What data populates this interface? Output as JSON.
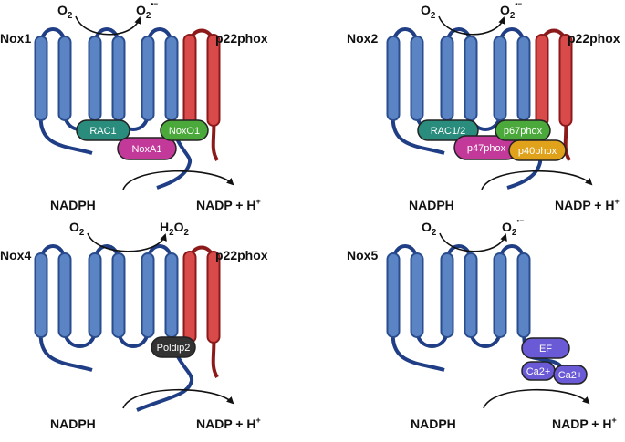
{
  "colors": {
    "nox_helix": "#5b84c4",
    "nox_helix_dark": "#2a4d8f",
    "loop": "#1f3e85",
    "p22_helix": "#d94a4a",
    "p22_loop": "#8c1a1a",
    "rac": "#2a8c7c",
    "noxa1": "#c2399a",
    "noxo1": "#4aa93a",
    "p67": "#c2399a",
    "p47": "#4aa93a",
    "p40": "#e0a21a",
    "poldip2": "#333333",
    "ef": "#6a5ad6"
  },
  "panels": [
    {
      "id": "nox1",
      "name": "Nox1",
      "p22": "p22phox",
      "substrate": "O",
      "substrate_sub": "2",
      "product": "O",
      "product_sub": "2",
      "product_sup": "•−",
      "nadph": "NADPH",
      "nadp": "NADP + H",
      "nadp_sup": "+",
      "subunits": [
        "RAC1",
        "NoxA1",
        "NoxO1"
      ]
    },
    {
      "id": "nox2",
      "name": "Nox2",
      "p22": "p22phox",
      "substrate": "O",
      "substrate_sub": "2",
      "product": "O",
      "product_sub": "2",
      "product_sup": "•−",
      "nadph": "NADPH",
      "nadp": "NADP + H",
      "nadp_sup": "+",
      "subunits": [
        "RAC1/2",
        "p47phox",
        "p67phox",
        "p40phox"
      ]
    },
    {
      "id": "nox4",
      "name": "Nox4",
      "p22": "p22phox",
      "substrate": "O",
      "substrate_sub": "2",
      "product": "H",
      "product_sub": "2",
      "product2": "O",
      "product2_sub": "2",
      "nadph": "NADPH",
      "nadp": "NADP + H",
      "nadp_sup": "+",
      "subunits": [
        "Poldip2"
      ]
    },
    {
      "id": "nox5",
      "name": "Nox5",
      "substrate": "O",
      "substrate_sub": "2",
      "product": "O",
      "product_sub": "2",
      "product_sup": "•−",
      "nadph": "NADPH",
      "nadp": "NADP + H",
      "nadp_sup": "+",
      "subunits": [
        "EF",
        "Ca2+",
        "Ca2+"
      ]
    }
  ]
}
